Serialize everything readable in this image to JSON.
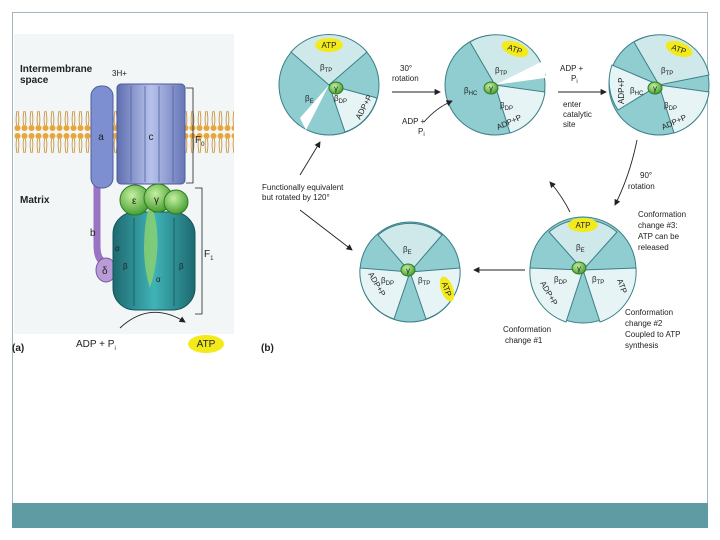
{
  "panel_a": {
    "label": "(a)",
    "intermembrane_1": "Intermembrane",
    "intermembrane_2": "space",
    "matrix": "Matrix",
    "protons": "3H+",
    "sub_a": "a",
    "sub_c": "c",
    "sub_b": "b",
    "sub_delta": "δ",
    "sub_epsilon": "ε",
    "sub_gamma": "γ",
    "sub_alpha_1": "α",
    "sub_alpha_2": "α",
    "sub_beta_1": "β",
    "sub_beta_2": "β",
    "f0": "F",
    "f0_sub": "0",
    "f1": "F",
    "f1_sub": "1",
    "adp_pi": "ADP + P",
    "adp_pi_sub": "i",
    "atp": "ATP"
  },
  "panel_b": {
    "label": "(b)",
    "step_rot30_1": "30°",
    "step_rot30_2": "rotation",
    "adp_pi_in_1": "ADP +",
    "adp_pi_in_2": "P",
    "adp_pi_in_sub": "i",
    "adp_pi_enter_1": "ADP +",
    "adp_pi_enter_2": "P",
    "adp_pi_enter_sub": "i",
    "enter_1": "enter",
    "enter_2": "catalytic",
    "enter_3": "site",
    "rot90_1": "90°",
    "rot90_2": "rotation",
    "functionally_1": "Functionally equivalent",
    "functionally_2": "but rotated by 120°",
    "conf3_1": "Conformation",
    "conf3_2": "change #3:",
    "conf3_3": "ATP can be",
    "conf3_4": "released",
    "conf2_1": "Conformation",
    "conf2_2": "change #2",
    "conf2_3": "Coupled to ATP",
    "conf2_4": "synthesis",
    "conf1_1": "Conformation",
    "conf1_2": "change #1",
    "atp": "ATP",
    "adp_p": "ADP+P",
    "adp_p_i": "i",
    "beta": "β",
    "tp": "TP",
    "dp": "DP",
    "e": "E",
    "hc": "HC",
    "gamma": "γ"
  }
}
